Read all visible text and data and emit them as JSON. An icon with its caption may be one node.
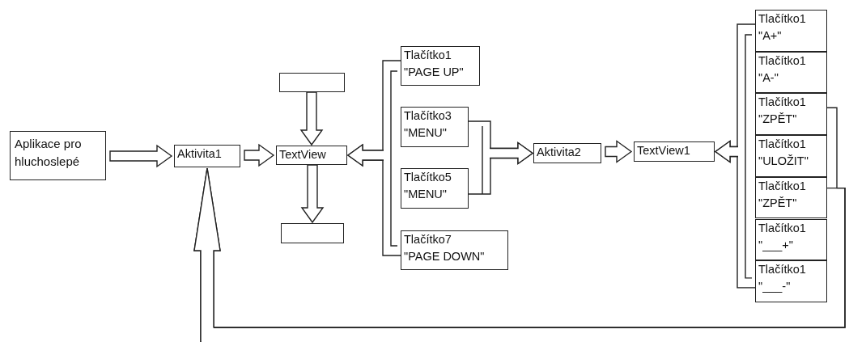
{
  "diagram": {
    "nodes": [
      {
        "text": [
          "Aplikace pro hluchoslepé"
        ]
      },
      {
        "text": [
          "Aktivita1"
        ]
      },
      {
        "text": [],
        "shape": "box"
      },
      {
        "text": [
          "TextView"
        ]
      },
      {
        "text": [],
        "shape": "box"
      },
      {
        "text": [
          "Tlačítko1",
          "\"PAGE UP\""
        ]
      },
      {
        "text": [
          "Tlačítko3",
          "\"MENU\""
        ]
      },
      {
        "text": [
          "Tlačítko5",
          "\"MENU\""
        ]
      },
      {
        "text": [
          "Tlačítko7",
          "\"PAGE DOWN\""
        ]
      },
      {
        "text": [
          "Aktivita2"
        ]
      },
      {
        "text": [
          "TextView1"
        ]
      },
      {
        "text": [
          "Tlačítko1",
          "\"A+\""
        ]
      },
      {
        "text": [
          "Tlačítko1",
          "\"A-\""
        ]
      },
      {
        "text": [
          "Tlačítko1",
          "\"ZPĚT\""
        ]
      },
      {
        "text": [
          "Tlačítko1",
          "\"ULOŽIT\""
        ]
      },
      {
        "text": [
          "Tlačítko1",
          "\"ZPĚT\""
        ]
      },
      {
        "text": [
          "Tlačítko1",
          "\"___+\""
        ]
      },
      {
        "text": [
          "Tlačítko1",
          "\"___-\""
        ]
      }
    ],
    "edges": [
      {
        "from": 0,
        "to": 1,
        "arrow": "to"
      },
      {
        "from": 1,
        "to": 3,
        "arrow": "to"
      },
      {
        "from": 2,
        "to": 3,
        "arrow": "to"
      },
      {
        "from": 3,
        "to": 4,
        "arrow": "to"
      },
      {
        "from": 5,
        "to": 3,
        "arrow": "to"
      },
      {
        "from": 8,
        "to": 3,
        "arrow": "to"
      },
      {
        "from": 6,
        "to": 9,
        "arrow": "to"
      },
      {
        "from": 7,
        "to": 9,
        "arrow": "to"
      },
      {
        "from": 9,
        "to": 10,
        "arrow": "to"
      },
      {
        "from": 11,
        "to": 10,
        "arrow": "to"
      },
      {
        "from": 17,
        "to": 10,
        "arrow": "to"
      },
      {
        "from": 13,
        "to": 1,
        "arrow": "to"
      },
      {
        "from": 15,
        "to": 1,
        "arrow": "to"
      }
    ]
  }
}
